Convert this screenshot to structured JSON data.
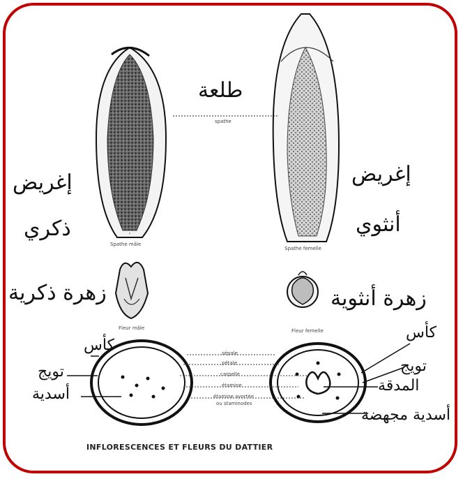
{
  "colors": {
    "frame": "#c00000",
    "ink": "#111111"
  },
  "labels_ar": {
    "spathe": "طلعة",
    "male_spathe_1": "إغريض",
    "male_spathe_2": "ذكري",
    "female_spathe_1": "إغريض",
    "female_spathe_2": "أنثوي",
    "male_flower": "زهرة ذكرية",
    "female_flower": "زهرة أنثوية",
    "sepals_left": "كأس",
    "petals_left": "تويج",
    "stamens_left": "أسدية",
    "sepals_right": "كأس",
    "petals_right": "تويج",
    "carpel_right": "المدقة",
    "staminodes_right": "أسدية مجهضة"
  },
  "labels_fr": {
    "spathe": "spathe",
    "male_spathe": "Spathe mâle",
    "female_spathe": "Spathe femelle",
    "male_flower": "Fleur mâle",
    "female_flower": "Fleur femelle",
    "sepale": "sépale",
    "petale": "pétale",
    "carpelle": "carpelle",
    "etamine": "étamine",
    "etamine_avortee_1": "étamine avortée",
    "etamine_avortee_2": "ou staminodes"
  },
  "caption": "INFLORESCENCES ET FLEURS DU DATTIER"
}
